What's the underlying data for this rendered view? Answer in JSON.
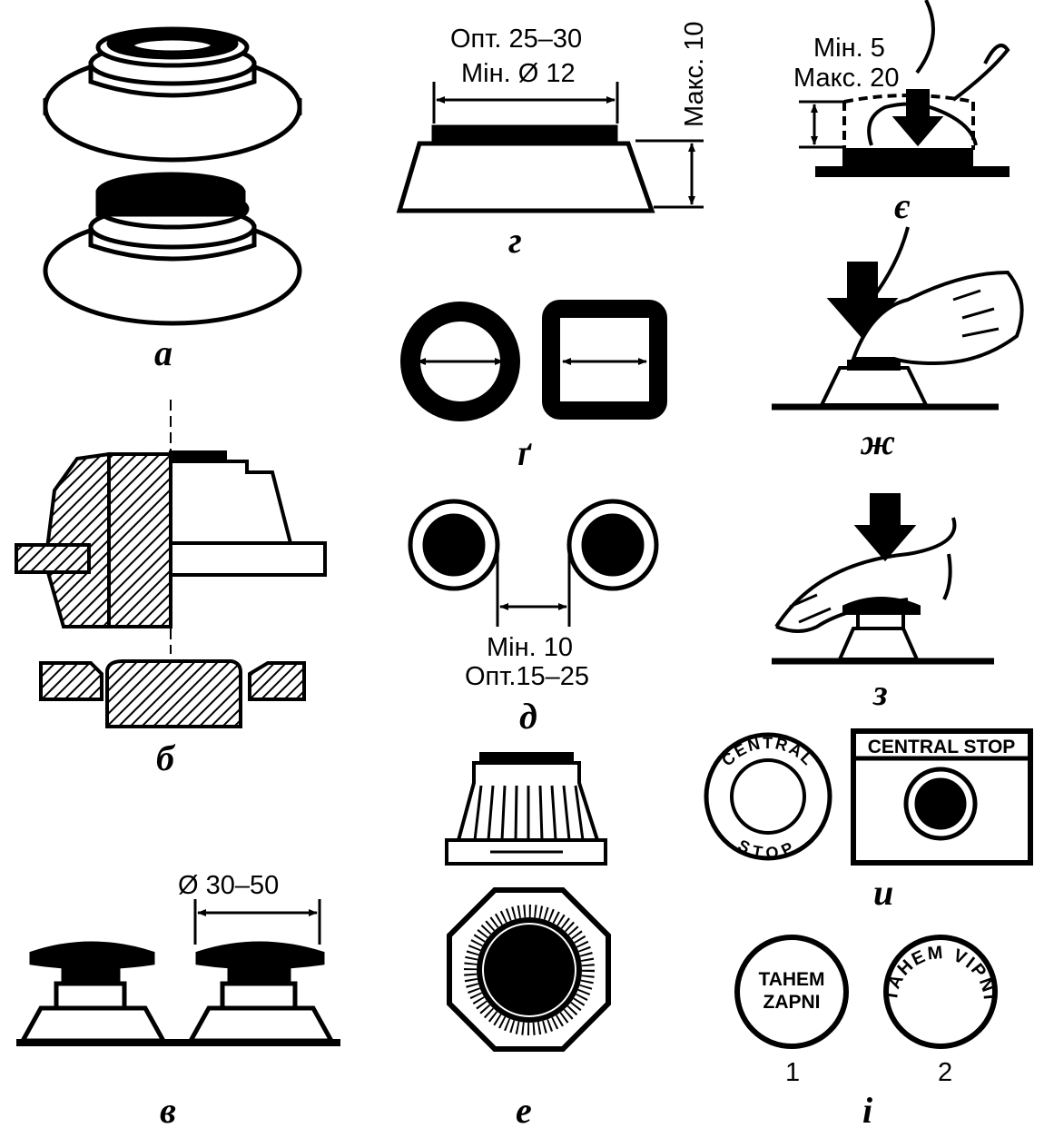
{
  "figure_labels": {
    "a": "а",
    "b": "б",
    "v": "в",
    "g": "г",
    "g2": "ґ",
    "d": "д",
    "e": "е",
    "ye": "є",
    "zh": "ж",
    "z": "з",
    "y": "и",
    "i": "і"
  },
  "dimensions": {
    "g_opt": "Опт. 25–30",
    "g_min": "Мін. Ø 12",
    "g_max": "Макс. 10",
    "ye_min": "Мін. 5",
    "ye_max": "Макс. 20",
    "d_min": "Мін. 10",
    "d_opt": "Опт.15–25",
    "v_diam": "Ø 30–50"
  },
  "stop_signs": {
    "round_top": "CENTRAL",
    "round_bottom": "STOP",
    "panel_label": "CENTRAL STOP"
  },
  "buttons_i": {
    "left_line1": "TAHEM",
    "left_line2": "ZAPNI",
    "left_number": "1",
    "right_text": "TAHEM VIPNI",
    "right_number": "2"
  },
  "colors": {
    "ink": "#000000",
    "paper": "#ffffff"
  }
}
